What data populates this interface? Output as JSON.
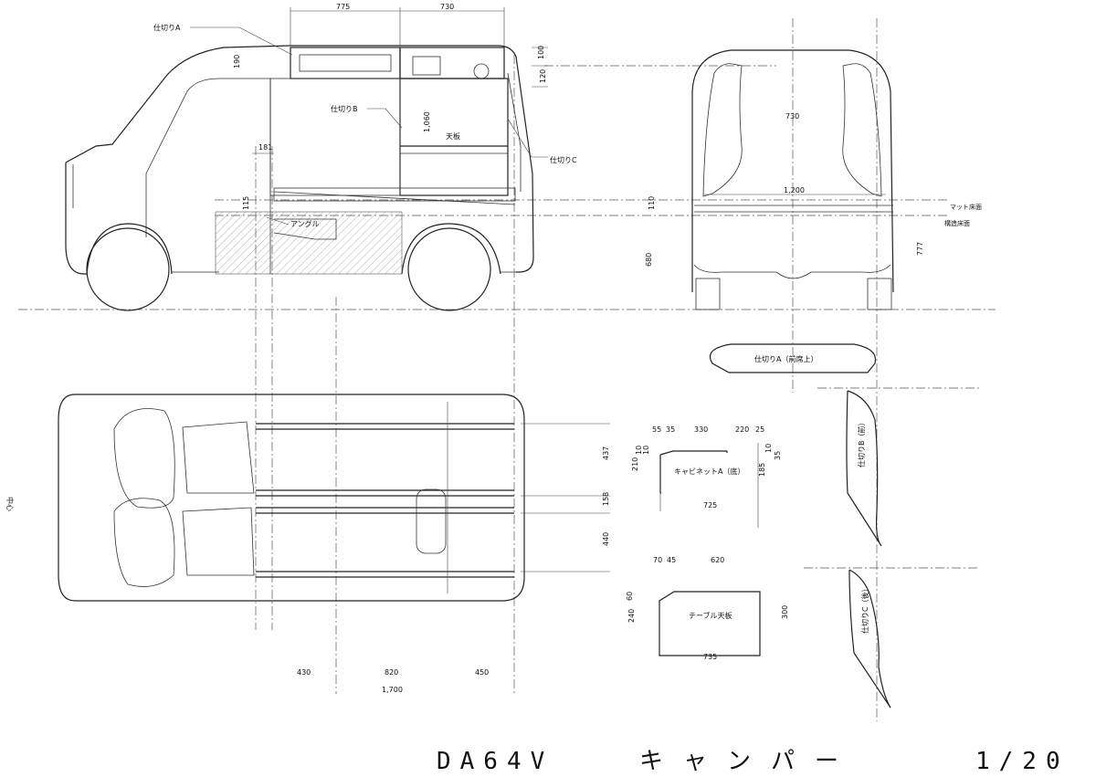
{
  "title": {
    "model": "DA64V",
    "name": "キャンパー",
    "scale": "1/20"
  },
  "side_view": {
    "top_dims": [
      "775",
      "730"
    ],
    "dims": [
      "190",
      "120",
      "100",
      "181",
      "115",
      "1,060"
    ],
    "labels": {
      "partition_a": "仕切りA",
      "partition_b": "仕切りB",
      "partition_c": "仕切りC",
      "tenban": "天板",
      "angle": "アングル"
    }
  },
  "rear_view": {
    "dims": [
      "730",
      "1,200",
      "110",
      "680",
      "777"
    ],
    "mat_floor": "マット床面",
    "struct_floor": "構造床面"
  },
  "plan_view": {
    "left_label": "中心",
    "right_dims": [
      "437",
      "158",
      "440"
    ],
    "bottom_dims": [
      "430",
      "820",
      "450"
    ],
    "total": "1,700"
  },
  "parts": {
    "partition_a_part": "仕切りA（前席上）",
    "cabinet": {
      "label": "キャビネットA（底）",
      "top_dims": [
        "55",
        "35",
        "330",
        "220",
        "25"
      ],
      "left_dims": [
        "210",
        "10",
        "10"
      ],
      "right_dims": [
        "185",
        "10",
        "35"
      ],
      "bottom_dim": "725"
    },
    "table": {
      "label": "テーブル天板",
      "top_dims": [
        "70",
        "45",
        "620"
      ],
      "left_dims": [
        "240",
        "60"
      ],
      "right_dim": "300",
      "bottom_dim": "735"
    },
    "partition_b_part": "仕切りB（前）",
    "partition_c_part": "仕切りC（後）"
  }
}
